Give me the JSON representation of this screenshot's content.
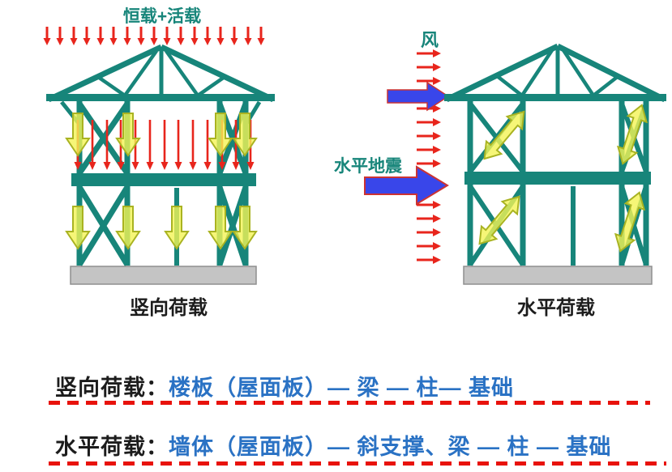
{
  "left_diagram": {
    "top_load_label": "恒载+活载",
    "caption": "竖向荷载"
  },
  "right_diagram": {
    "wind_label": "风",
    "earthquake_label": "水平地震",
    "caption": "水平荷载"
  },
  "load_path_lines": [
    {
      "label": "竖向荷载：",
      "path": "楼板（屋面板）— 梁 — 柱— 基础"
    },
    {
      "label": "水平荷载：",
      "path": "墙体（屋面板）— 斜支撑、梁 — 柱 — 基础"
    }
  ],
  "colors": {
    "structure_teal": "#17857a",
    "load_arrow_red": "#e8251c",
    "force_arrow_blue": "#3946ea",
    "brace_arrow_yellow": "#f4f455",
    "foundation_gray": "#c4c4c4",
    "path_text_blue": "#2a72c4",
    "dashed_line_red": "#e8120c"
  }
}
